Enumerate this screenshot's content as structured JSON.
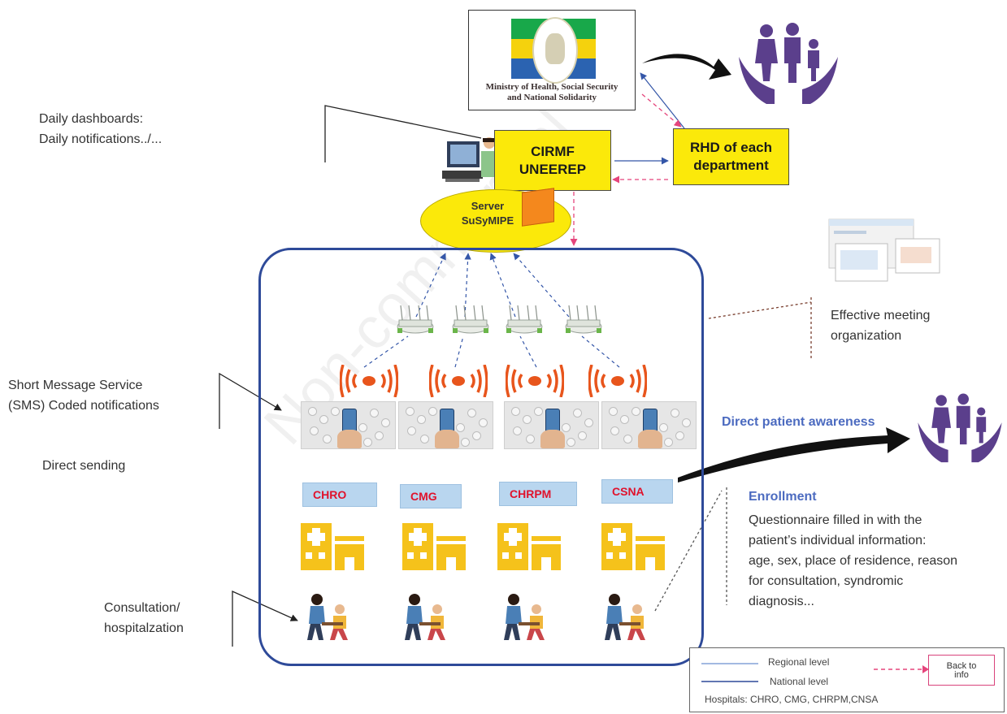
{
  "watermark": "Non-commercial",
  "ministry": {
    "name_line1": "Ministry of Health, Social Security",
    "name_line2": "and National Solidarity"
  },
  "cirmf": {
    "line1": "CIRMF",
    "line2": "UNEEREP"
  },
  "rhd": {
    "line1": "RHD of each",
    "line2": "department"
  },
  "server": {
    "line1": "Server",
    "line2": "SuSyMIPE"
  },
  "left_labels": {
    "dashboards": [
      "Daily dashboards:",
      "Daily notifications../..."
    ],
    "sms": [
      "Short Message Service",
      "(SMS) Coded notifications"
    ],
    "direct_sending": "Direct sending",
    "consultation": [
      "Consultation/",
      "hospitalzation"
    ]
  },
  "right_labels": {
    "meeting": [
      "Effective meeting",
      "organization"
    ],
    "awareness": "Direct patient awareness",
    "enrollment_title": "Enrollment",
    "enrollment_text": [
      "Questionnaire filled in with the",
      "patient’s individual information:",
      "age, sex, place of residence, reason",
      "for consultation, syndromic",
      "diagnosis..."
    ]
  },
  "hospitals": [
    {
      "label": "CHRO"
    },
    {
      "label": "CMG"
    },
    {
      "label": "CHRPM"
    },
    {
      "label": "CSNA"
    }
  ],
  "legend": {
    "regional": "Regional level",
    "national": "National level",
    "hospitals": "Hospitals: CHRO, CMG, CHRPM,CNSA",
    "back_line1": "Back to",
    "back_line2": "info"
  },
  "colors": {
    "frame": "#2e4a99",
    "yellow": "#fbe90a",
    "hospital_icon": "#f5c21b",
    "family_icon": "#5b3f8c",
    "wifi": "#e8551c",
    "hospital_label_text": "#e0122c",
    "blue_text": "#4c6bc0",
    "pink_dashed": "#e5457c"
  },
  "icons": [
    "family-hands-icon",
    "computer-user-icon",
    "router-icon",
    "wifi-signal-icon",
    "phone-notification-icon",
    "hospital-building-icon",
    "doctor-patient-icon",
    "meeting-screens-icon"
  ]
}
